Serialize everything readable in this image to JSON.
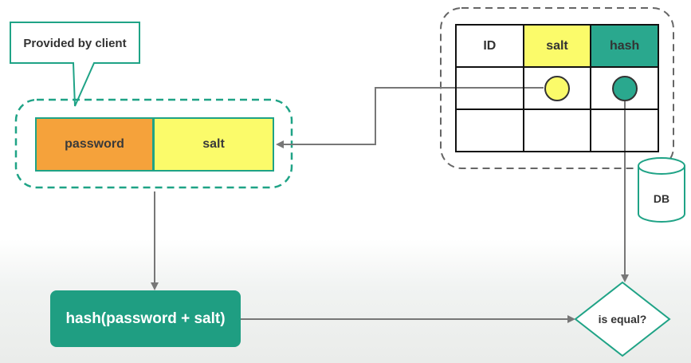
{
  "callout": {
    "text": "Provided by client"
  },
  "input_row": {
    "password_label": "password",
    "salt_label": "salt"
  },
  "db_table": {
    "headers": [
      "ID",
      "salt",
      "hash"
    ],
    "rows": 2,
    "salt_marker": "circle-yellow",
    "hash_marker": "circle-green"
  },
  "db": {
    "label": "DB"
  },
  "hash_function": {
    "label": "hash(password + salt)"
  },
  "decision": {
    "label": "is equal?"
  },
  "colors": {
    "teal": "#1f9e82",
    "teal_border": "#2aa88e",
    "orange": "#f5a23b",
    "yellow": "#fbfb6a",
    "gray_line": "#777777",
    "dashed_gray": "#666666"
  }
}
